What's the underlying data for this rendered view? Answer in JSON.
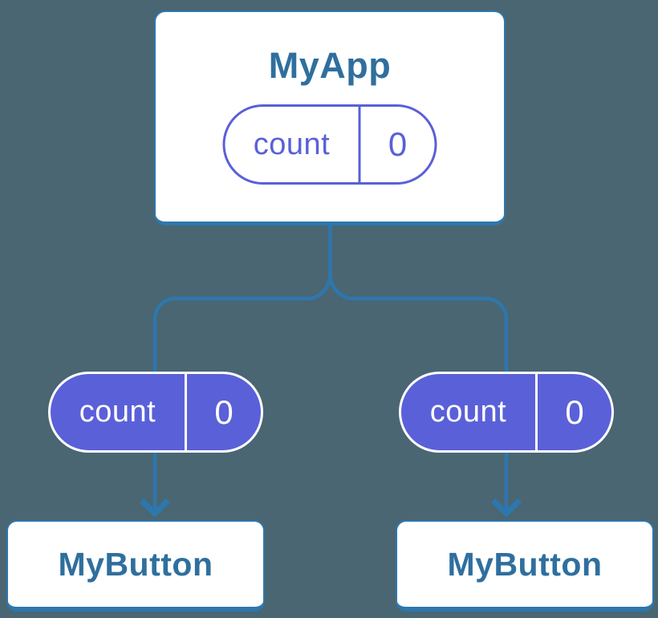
{
  "colors": {
    "background": "#4a6672",
    "connector_blue": "#2d77ae",
    "pill_purple": "#5a60d8",
    "heading_blue": "#2f6f9e",
    "node_background": "#ffffff"
  },
  "icons": {
    "arrowhead": "arrow-down"
  },
  "root_component": {
    "name": "MyApp",
    "state_pill": {
      "label": "count",
      "value": "0"
    }
  },
  "children": [
    {
      "name": "MyButton",
      "prop_pill": {
        "label": "count",
        "value": "0"
      }
    },
    {
      "name": "MyButton",
      "prop_pill": {
        "label": "count",
        "value": "0"
      }
    }
  ]
}
